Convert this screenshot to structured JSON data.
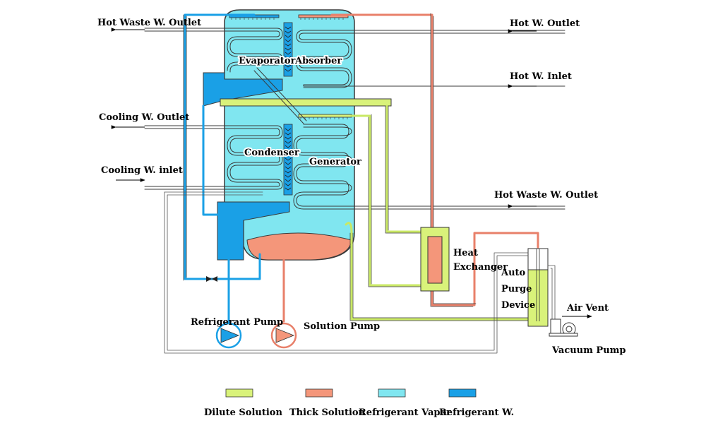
{
  "colors": {
    "dilute_solution": "#d9f27a",
    "thick_solution": "#f4967a",
    "refrigerant_vapor": "#80e6f0",
    "refrigerant_water": "#1aa0e6",
    "vessel_body": "#80e6f0",
    "outline": "#333333"
  },
  "components": {
    "evaporator": "Evaporator",
    "absorber": "Absorber",
    "condenser": "Condenser",
    "generator": "Generator",
    "heat_exchanger_line1": "Heat",
    "heat_exchanger_line2": "Exchanger",
    "auto_purge_line1": "Auto",
    "auto_purge_line2": "Purge",
    "auto_purge_line3": "Device",
    "refrigerant_pump": "Refrigerant Pump",
    "solution_pump": "Solution Pump",
    "vacuum_pump": "Vacuum Pump",
    "air_vent": "Air Vent"
  },
  "flows": {
    "left_hot_waste_outlet": "Hot Waste W. Outlet",
    "cooling_outlet": "Cooling W. Outlet",
    "cooling_inlet": "Cooling W. inlet",
    "hot_outlet": "Hot W. Outlet",
    "hot_inlet": "Hot W. Inlet",
    "right_hot_waste_outlet": "Hot Waste W. Outlet"
  },
  "legend": [
    {
      "label": "Dilute Solution",
      "color": "#d9f27a"
    },
    {
      "label": "Thick Solution",
      "color": "#f4967a"
    },
    {
      "label": "Refrigerant Vapor",
      "color": "#80e6f0"
    },
    {
      "label": "Refrigerant W.",
      "color": "#1aa0e6"
    }
  ]
}
